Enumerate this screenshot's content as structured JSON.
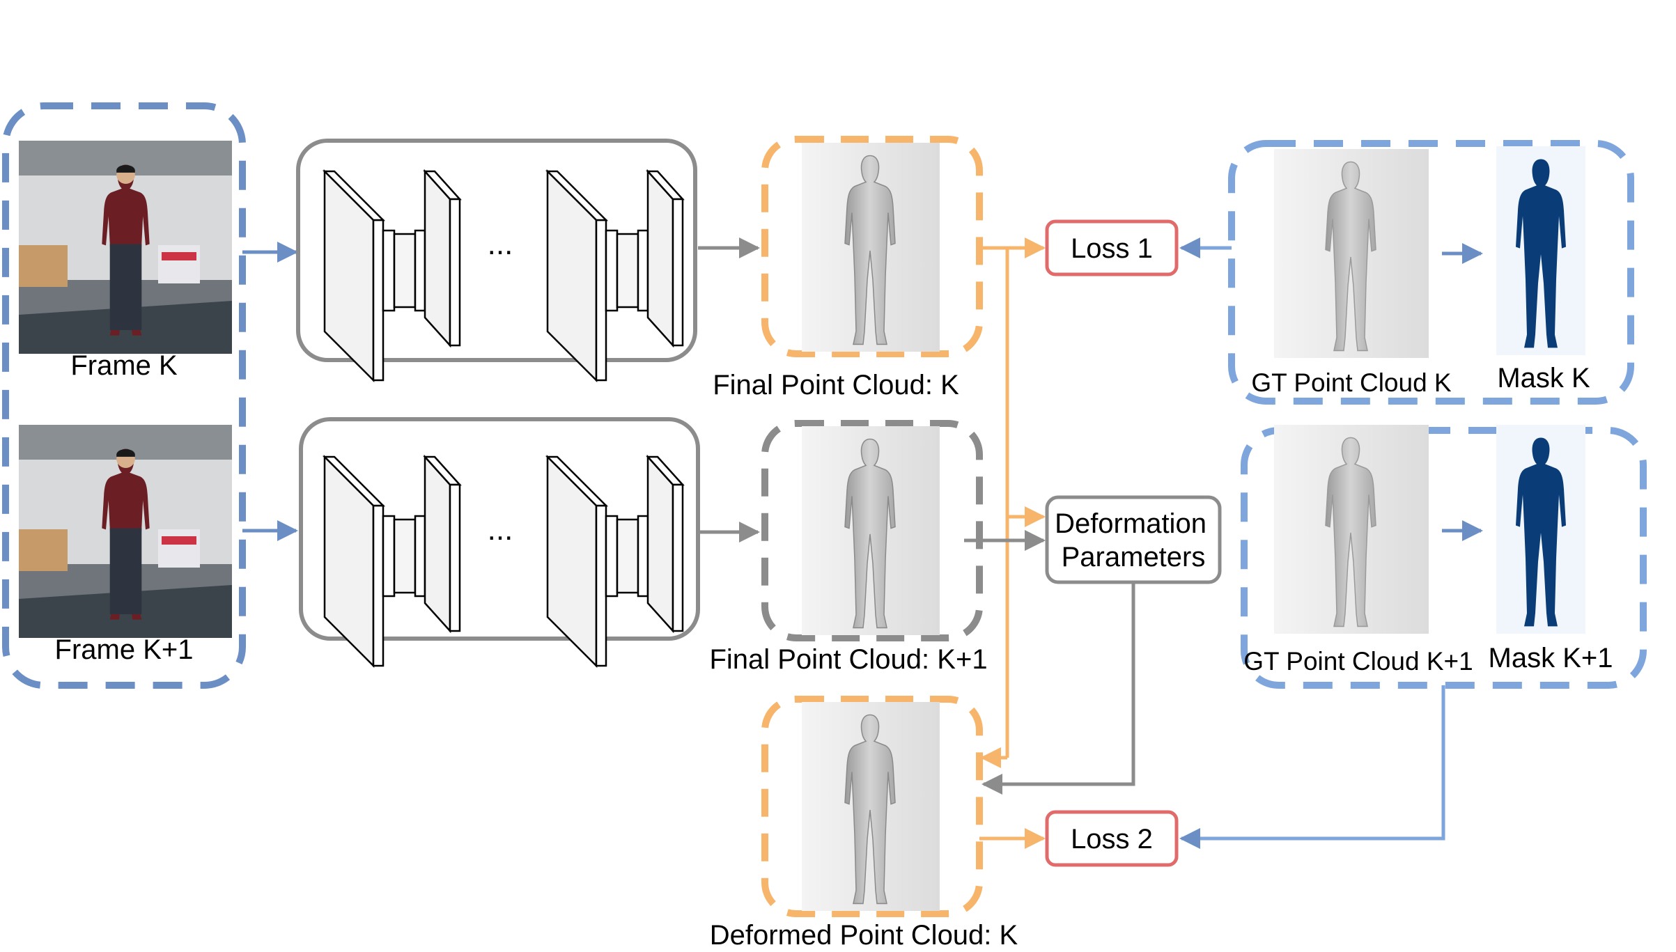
{
  "colors": {
    "blue": "#6b8fc5",
    "blue_light": "#7ea6dc",
    "orange": "#f7b56c",
    "gray": "#8c8c8c",
    "red": "#e16b6b",
    "mask_navy": "#0a3d78"
  },
  "frames": {
    "frame_k_label": "Frame K",
    "frame_k1_label": "Frame K+1"
  },
  "network": {
    "ellipsis": "..."
  },
  "point_clouds": {
    "final_k_label": "Final Point Cloud: K",
    "final_k1_label": "Final Point Cloud: K+1",
    "deformed_k_label": "Deformed Point Cloud: K"
  },
  "ground_truth": {
    "gt_k_label": "GT Point Cloud K",
    "mask_k_label": "Mask K",
    "gt_k1_label": "GT Point Cloud K+1",
    "mask_k1_label": "Mask K+1"
  },
  "boxes": {
    "loss1": "Loss 1",
    "loss2": "Loss 2",
    "deformation_line1": "Deformation",
    "deformation_line2": "Parameters"
  }
}
